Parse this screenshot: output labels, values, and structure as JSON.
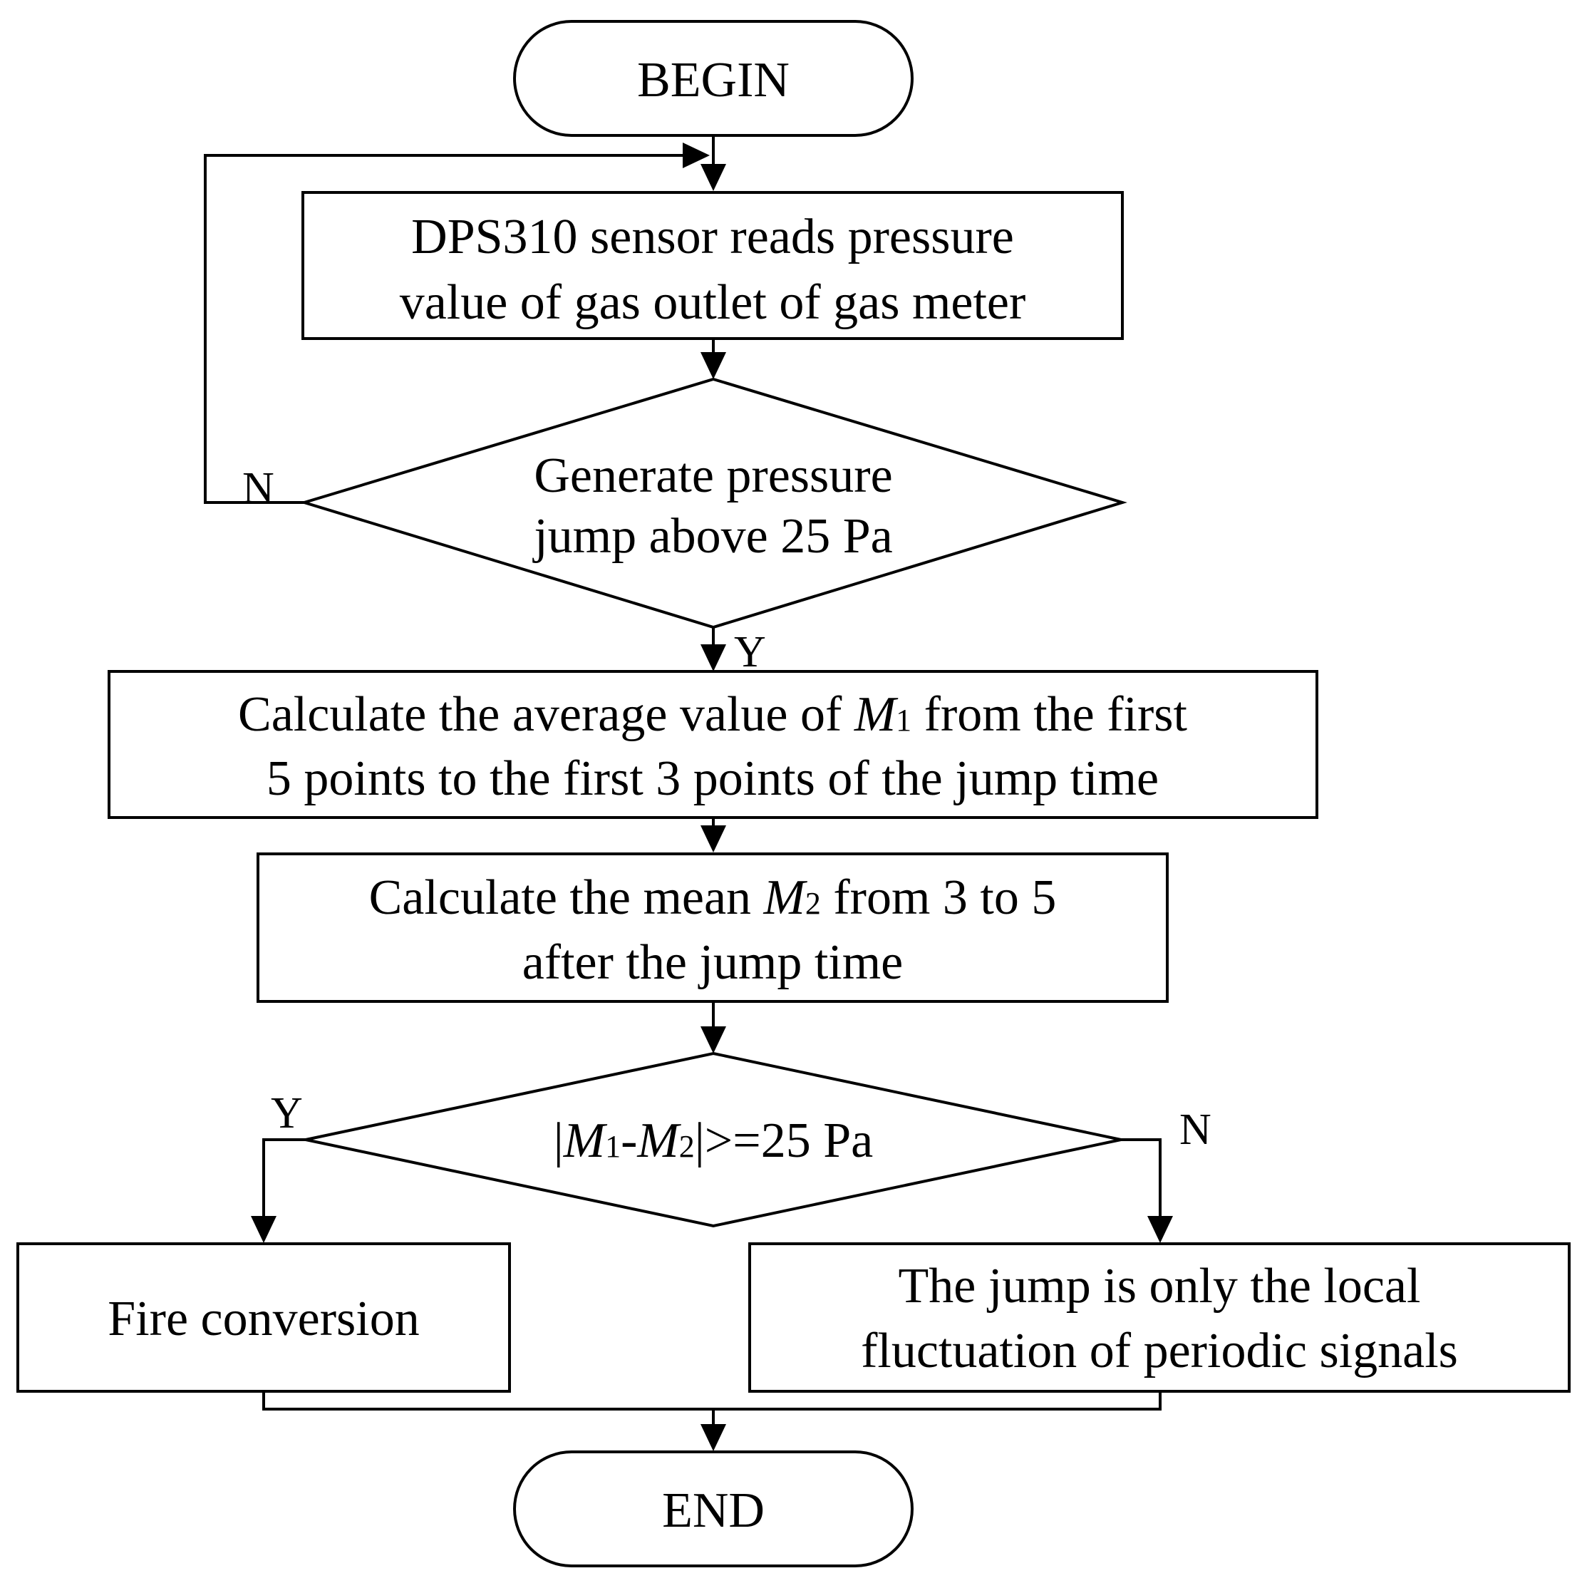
{
  "nodes": {
    "begin": "BEGIN",
    "read": {
      "line1": "DPS310 sensor reads pressure",
      "line2": "value of gas outlet of gas meter"
    },
    "jump_check": {
      "line1": "Generate pressure",
      "line2": "jump above 25 Pa"
    },
    "calc_m1": {
      "line1_a": "Calculate the average value of ",
      "line1_var": "M",
      "line1_sub": "1",
      "line1_b": " from the first",
      "line2": "5 points to the first 3 points of the jump time"
    },
    "calc_m2": {
      "line1_a": "Calculate the mean ",
      "line1_var": "M",
      "line1_sub": "2",
      "line1_b": " from 3 to 5",
      "line2": "after the jump time"
    },
    "compare": {
      "bar_left": "|",
      "var1": "M",
      "sub1": "1",
      "minus": "-",
      "var2": "M",
      "sub2": "2",
      "tail": "|>=25 Pa"
    },
    "fire": "Fire conversion",
    "local": {
      "line1": "The jump is only the local",
      "line2": "fluctuation of periodic signals"
    },
    "end": "END"
  },
  "edge_labels": {
    "jump_no": "N",
    "jump_yes": "Y",
    "compare_yes": "Y",
    "compare_no": "N"
  }
}
